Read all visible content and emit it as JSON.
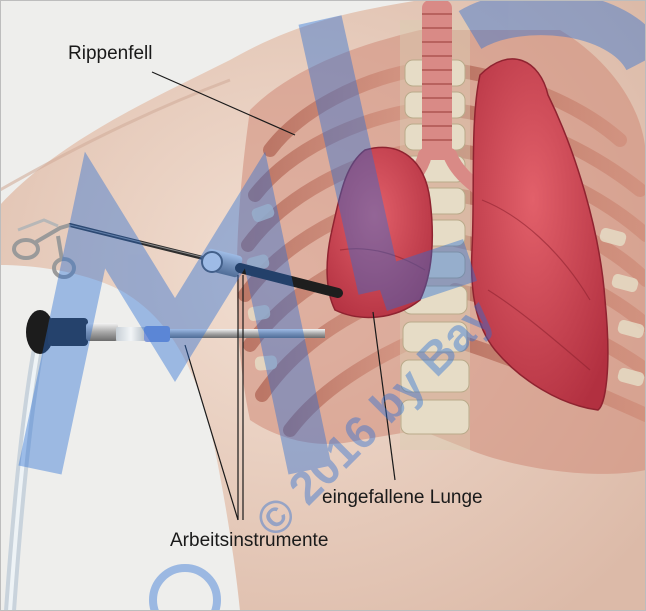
{
  "labels": {
    "rippenfell": "Rippenfell",
    "collapsed_lung": "eingefallene Lunge",
    "instruments": "Arbeitsinstrumente"
  },
  "watermark": {
    "text": "© 2016 by Bay"
  },
  "colors": {
    "lung": "#c8404c",
    "trachea": "#d98a86",
    "bone": "#e6dcc6",
    "skin": "#e9cfc0",
    "watermark": "#2a6fd4",
    "label_text": "#1a1a1a",
    "leader_line": "#1a1a1a"
  }
}
